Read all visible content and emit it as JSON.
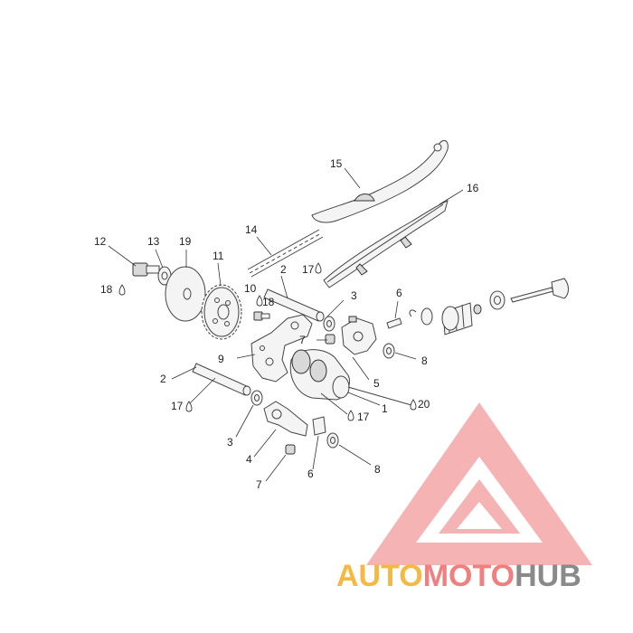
{
  "diagram": {
    "callouts": {
      "c1": "1",
      "c2a": "2",
      "c2b": "2",
      "c3a": "3",
      "c3b": "3",
      "c4": "4",
      "c5": "5",
      "c6a": "6",
      "c6b": "6",
      "c7a": "7",
      "c7b": "7",
      "c8a": "8",
      "c8b": "8",
      "c9": "9",
      "c10": "10",
      "c11": "11",
      "c12": "12",
      "c13": "13",
      "c14": "14",
      "c15": "15",
      "c16": "16",
      "c17a": "17",
      "c17b": "17",
      "c17c": "17",
      "c18a": "18",
      "c18b": "18",
      "c19": "19",
      "c20": "20"
    }
  },
  "watermark": {
    "part1": "AUTO",
    "part2": "MOTO",
    "part3": "HUB",
    "color_orange": "#f5b942",
    "color_red": "#f08080",
    "color_gray": "#8a8a8a"
  }
}
